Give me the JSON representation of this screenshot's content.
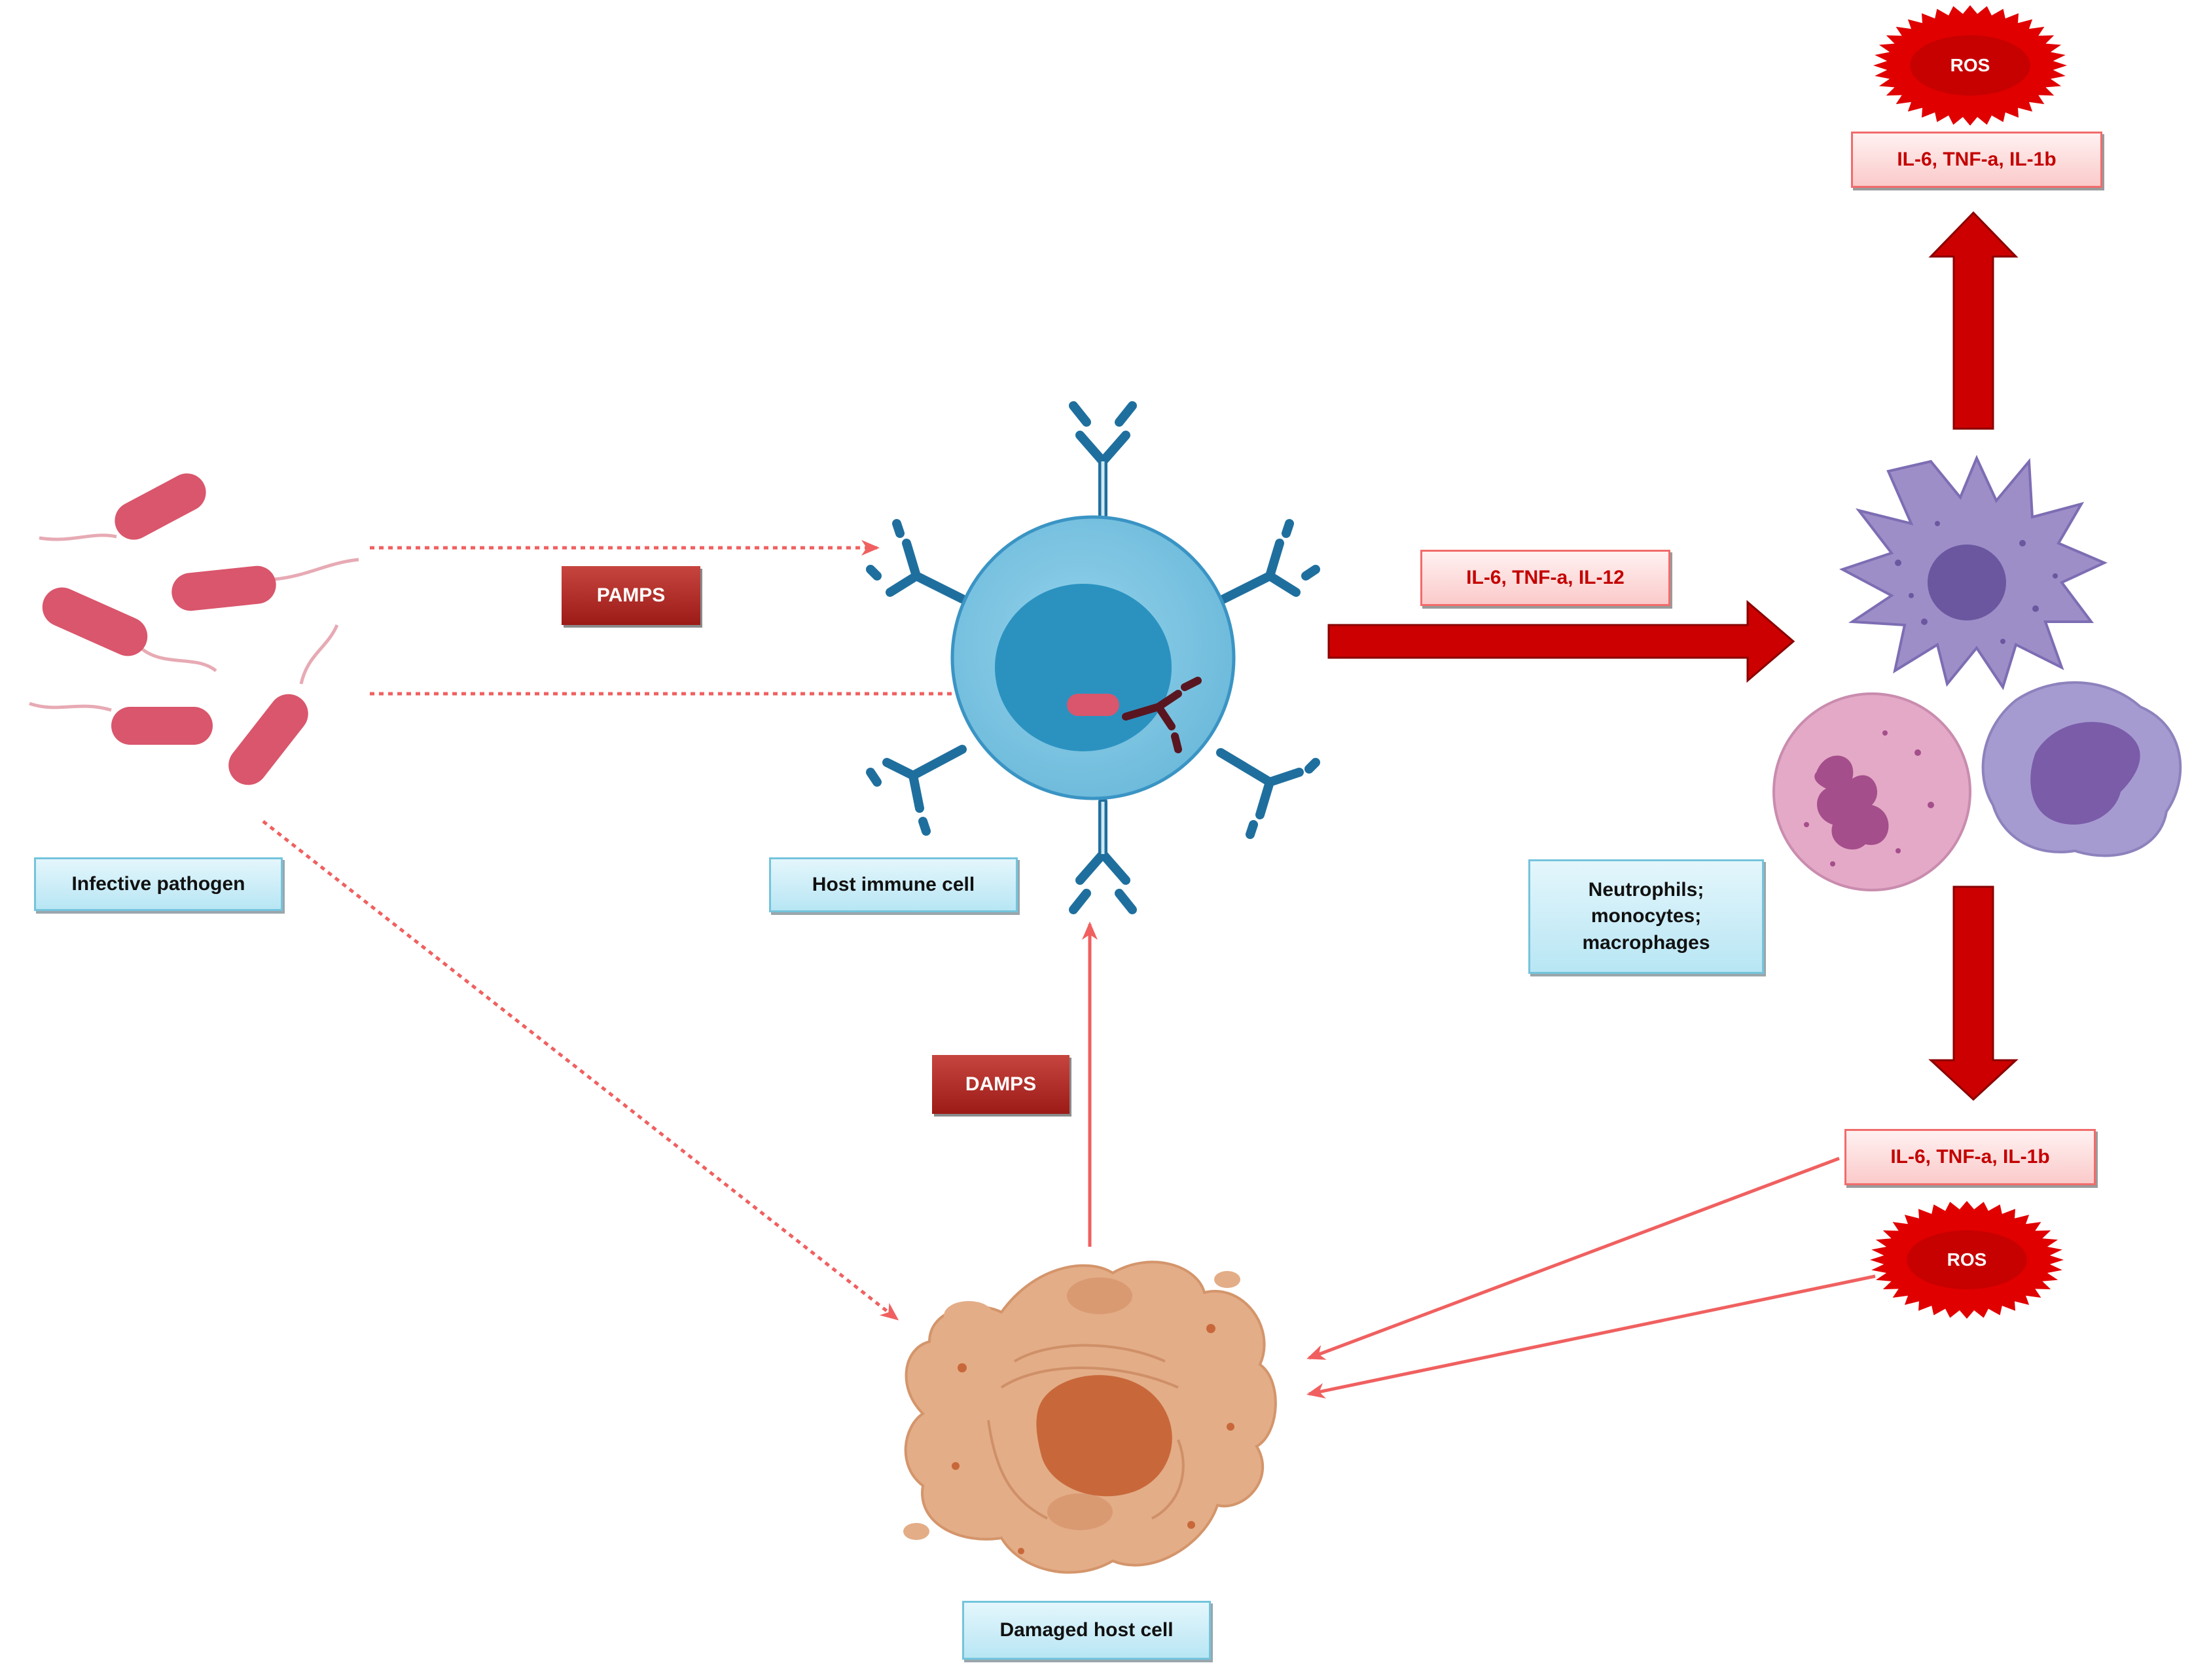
{
  "nodes": {
    "pathogen": "Infective pathogen",
    "immune_cell": "Host immune cell",
    "damaged_cell": "Damaged host cell",
    "effector_cells": [
      "Neutrophils;",
      "monocytes;",
      "macrophages"
    ]
  },
  "signals": {
    "pamps": "PAMPS",
    "damps": "DAMPS",
    "cytokines_activation": "IL-6, TNF-a, IL-12",
    "cytokines_top": "IL-6, TNF-a, IL-1b",
    "cytokines_bottom": "IL-6, TNF-a, IL-1b",
    "ros_top": "ROS",
    "ros_bottom": "ROS"
  },
  "colors": {
    "pathogen": "#d9566c",
    "immune_cell": "#7cc6e2",
    "immune_nucleus": "#2b92c0",
    "receptor": "#1f6f9e",
    "damaged_cell": "#e3ad87",
    "damaged_nucleus": "#c8683a",
    "macrophage": "#9d8ec8",
    "neutrophil": "#e4a9c6",
    "monocyte": "#a69bd0",
    "thick_arrow": "#cc0000",
    "thin_arrow": "#f27070",
    "ros": "#e00000"
  },
  "icons": [
    "bacterium-icon",
    "antibody-icon",
    "macrophage-icon",
    "neutrophil-icon",
    "monocyte-icon",
    "damaged-cell-icon",
    "ros-burst-icon"
  ]
}
